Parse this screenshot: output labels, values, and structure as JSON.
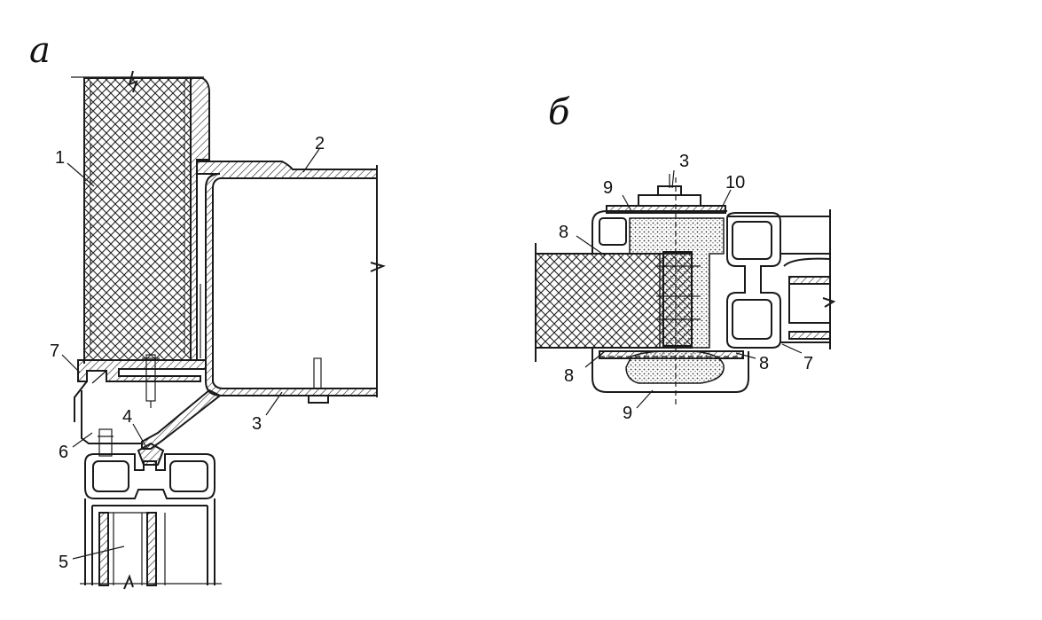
{
  "panels": {
    "a": {
      "letter": "а"
    },
    "b": {
      "letter": "б"
    }
  },
  "callouts_a": [
    "1",
    "2",
    "3",
    "4",
    "5",
    "6",
    "7"
  ],
  "callouts_b": [
    "3",
    "9",
    "10",
    "8",
    "8",
    "8",
    "7",
    "9"
  ]
}
